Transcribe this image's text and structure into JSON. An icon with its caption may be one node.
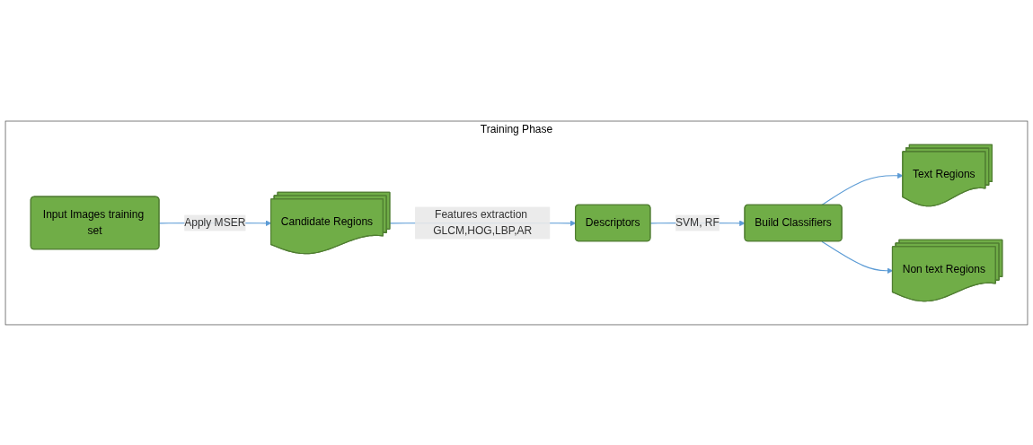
{
  "diagram": {
    "nodes": [
      {
        "text": [
          "Training Phase"
        ]
      },
      {
        "text": [
          "Input Images training set"
        ],
        "in": 0
      },
      {
        "text": [
          "Candidate Regions"
        ],
        "in": 0
      },
      {
        "text": [
          "Descriptors"
        ],
        "in": 0
      },
      {
        "text": [
          "Build Classifiers"
        ],
        "in": 0
      },
      {
        "text": [
          "Text Regions"
        ],
        "in": 0
      },
      {
        "text": [
          "Non text Regions"
        ],
        "in": 0
      }
    ],
    "edges": [
      {
        "from": 1,
        "to": 2,
        "arrow": "to",
        "label": "Apply MSER"
      },
      {
        "from": 2,
        "to": 3,
        "arrow": "to",
        "label": "Features extraction GLCM,HOG,LBP,AR"
      },
      {
        "from": 3,
        "to": 4,
        "arrow": "to",
        "label": "SVM, RF"
      },
      {
        "from": 4,
        "to": 5,
        "arrow": "to"
      },
      {
        "from": 4,
        "to": 6,
        "arrow": "to"
      }
    ]
  }
}
